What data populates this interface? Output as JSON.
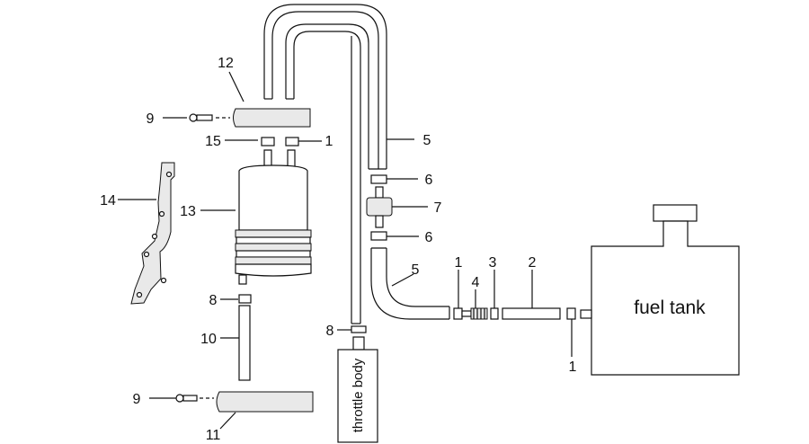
{
  "labels": {
    "fuel_tank": "fuel tank",
    "throttle_body": "throttle body"
  },
  "callouts": {
    "c12": "12",
    "c9_top": "9",
    "c15": "15",
    "c1_top": "1",
    "c14": "14",
    "c13": "13",
    "c8_left": "8",
    "c10": "10",
    "c9_bottom": "9",
    "c11": "11",
    "c5_top": "5",
    "c6_top": "6",
    "c7": "7",
    "c6_bottom": "6",
    "c5_bottom": "5",
    "c1_mid": "1",
    "c4": "4",
    "c3": "3",
    "c2": "2",
    "c1_tank": "1",
    "c8_mid": "8"
  },
  "colors": {
    "line": "#111111",
    "fill": "#ffffff",
    "shade": "#e9e9e9"
  }
}
